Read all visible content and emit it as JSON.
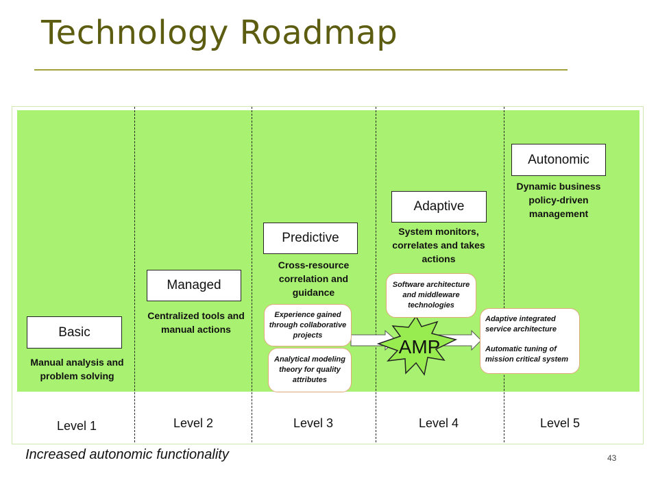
{
  "title": "Technology Roadmap",
  "footer": "Increased autonomic functionality",
  "page_number": "43",
  "colors": {
    "title": "#5d5d12",
    "rule": "#a1a13a",
    "band": "#a9f171",
    "amp_fill": "#98ec4f",
    "bubble_border": "#e0a97a"
  },
  "stages": [
    {
      "name": "Basic",
      "description_line1": "Manual analysis and",
      "description_line2": "problem solving",
      "level": "Level 1"
    },
    {
      "name": "Managed",
      "description_line1": "Centralized tools and",
      "description_line2": "manual actions",
      "level": "Level 2"
    },
    {
      "name": "Predictive",
      "description_line1": "Cross-resource",
      "description_line2": "correlation and",
      "description_line3": "guidance",
      "level": "Level 3"
    },
    {
      "name": "Adaptive",
      "description_line1": "System monitors,",
      "description_line2": "correlates and takes",
      "description_line3": "actions",
      "level": "Level 4"
    },
    {
      "name": "Autonomic",
      "description_line1": "Dynamic business",
      "description_line2": "policy-driven",
      "description_line3": "management",
      "level": "Level 5"
    }
  ],
  "notes": {
    "experience": [
      "Experience gained",
      "through collaborative",
      "projects"
    ],
    "analytical": [
      "Analytical modeling",
      "theory for quality",
      "attributes"
    ],
    "software": [
      "Software architecture",
      "and middleware",
      "technologies"
    ],
    "adaptive_service": [
      "Adaptive integrated",
      "service architecture"
    ],
    "automatic_tuning": [
      "Automatic tuning of",
      "mission critical system"
    ]
  },
  "amp_label": "AMP"
}
